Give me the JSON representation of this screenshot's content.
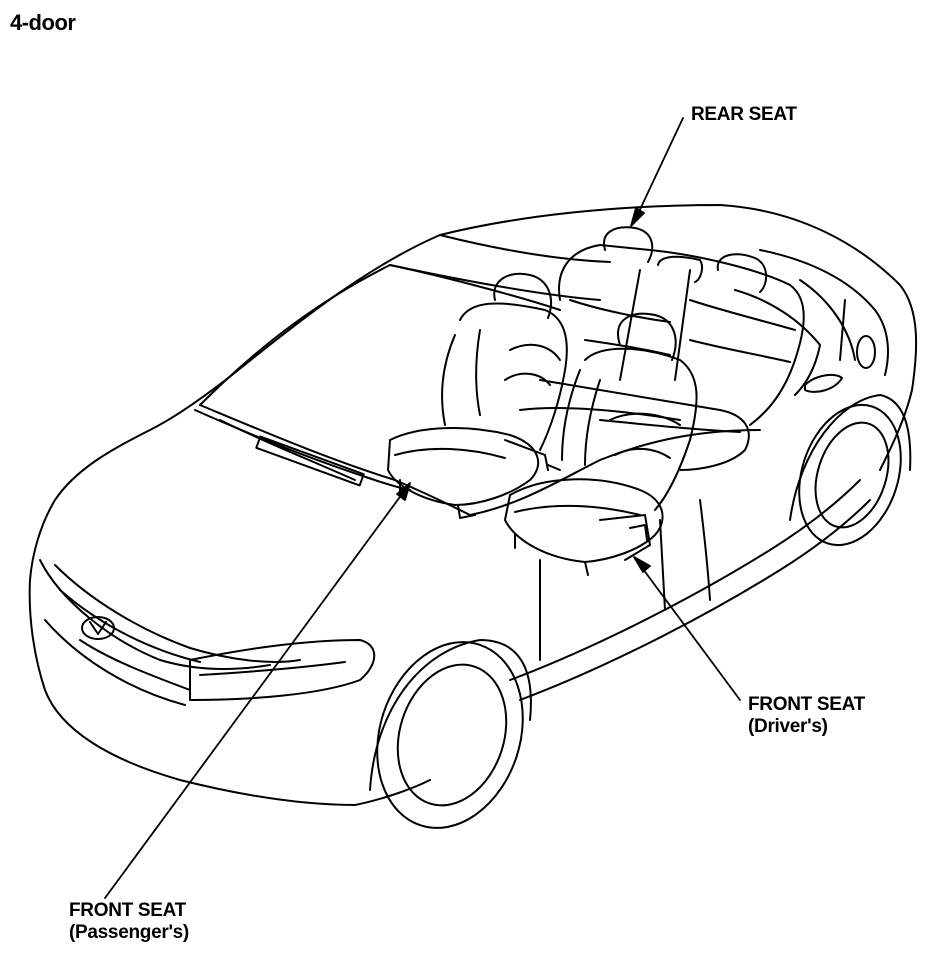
{
  "title": "4-door",
  "labels": {
    "rear_seat": {
      "line1": "REAR SEAT"
    },
    "front_seat_driver": {
      "line1": "FRONT SEAT",
      "line2": "(Driver's)"
    },
    "front_seat_passenger": {
      "line1": "FRONT SEAT",
      "line2": "(Passenger's)"
    }
  },
  "colors": {
    "line": "#000000",
    "background": "#ffffff"
  }
}
